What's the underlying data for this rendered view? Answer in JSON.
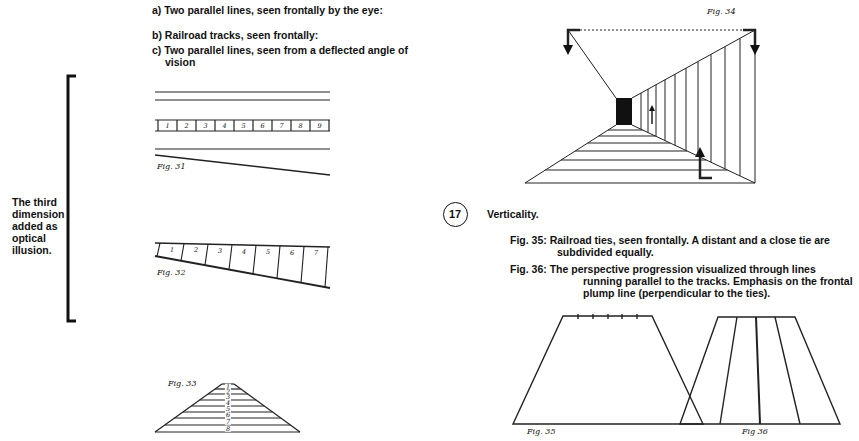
{
  "diagram": {
    "nodes": [
      {
        "text": [
          "17"
        ]
      }
    ],
    "labels": [
      "a) Two parallel lines, seen frontally by the eye:",
      "b) Railroad tracks, seen frontally:",
      "c) Two parallel lines, seen from a deflected angle of vision",
      "The third dimension added as optical illusion.",
      "1",
      "2",
      "3",
      "4",
      "5",
      "6",
      "7",
      "8",
      "9",
      "Fig. 31",
      "1",
      "2",
      "3",
      "4",
      "5",
      "6",
      "7",
      "Fig. 32",
      "1",
      "2",
      "3",
      "4",
      "5",
      "6",
      "7",
      "8",
      "Fig. 33",
      "Fig. 34",
      "Verticality.",
      "Fig. 35: Railroad ties, seen frontally. A distant and a close tie are subdivided equally.",
      "Fig. 36: The perspective progression visualized through lines running parallel to the tracks. Emphasis on the frontal plump line (perpendicular to the ties).",
      "Fig. 35",
      "Fig 36"
    ]
  }
}
